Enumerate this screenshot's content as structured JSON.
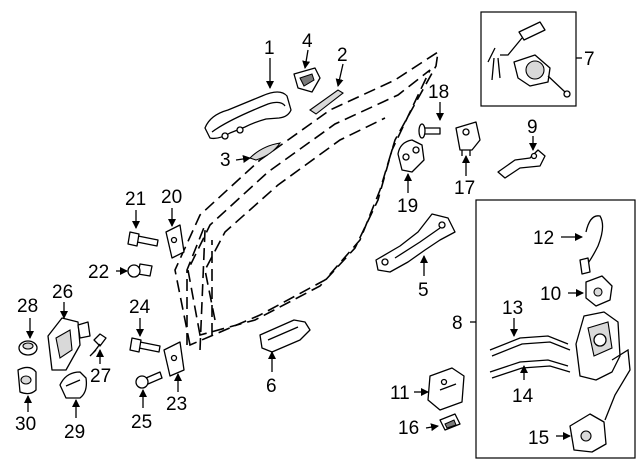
{
  "callouts": {
    "c1": "1",
    "c2": "2",
    "c3": "3",
    "c4": "4",
    "c5": "5",
    "c6": "6",
    "c7": "7",
    "c8": "8",
    "c9": "9",
    "c10": "10",
    "c11": "11",
    "c12": "12",
    "c13": "13",
    "c14": "14",
    "c15": "15",
    "c16": "16",
    "c17": "17",
    "c18": "18",
    "c19": "19",
    "c20": "20",
    "c21": "21",
    "c22": "22",
    "c23": "23",
    "c24": "24",
    "c25": "25",
    "c26": "26",
    "c27": "27",
    "c28": "28",
    "c29": "29",
    "c30": "30"
  }
}
